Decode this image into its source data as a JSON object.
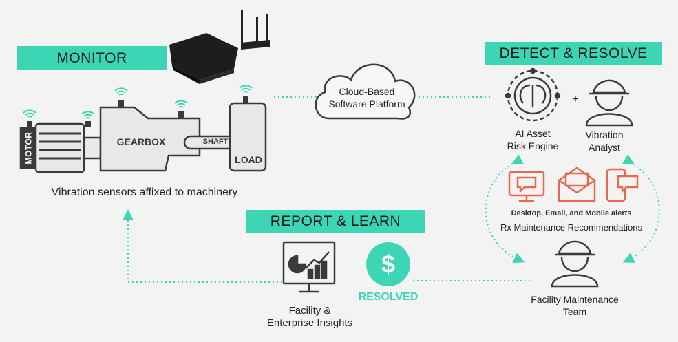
{
  "banners": {
    "monitor": "MONITOR",
    "detect": "DETECT & RESOLVE",
    "report": "REPORT & LEARN"
  },
  "machinery": {
    "motor": "MOTOR",
    "gearbox": "GEARBOX",
    "shaft": "SHAFT",
    "load": "LOAD",
    "caption": "Vibration sensors affixed to machinery"
  },
  "cloud": {
    "line1": "Cloud-Based",
    "line2": "Software Platform"
  },
  "detect": {
    "ai_line1": "AI Asset",
    "ai_line2": "Risk Engine",
    "plus": "+",
    "analyst_line1": "Vibration",
    "analyst_line2": "Analyst",
    "alerts": "Desktop, Email, and Mobile alerts",
    "rx": "Rx Maintenance Recommendations",
    "team_line1": "Facility Maintenance",
    "team_line2": "Team"
  },
  "report": {
    "resolved": "RESOLVED",
    "dollar": "$",
    "insights_line1": "Facility &",
    "insights_line2": "Enterprise Insights"
  },
  "colors": {
    "teal": "#3dd6b5",
    "orange": "#e8674d",
    "dark": "#3a3a3a"
  }
}
